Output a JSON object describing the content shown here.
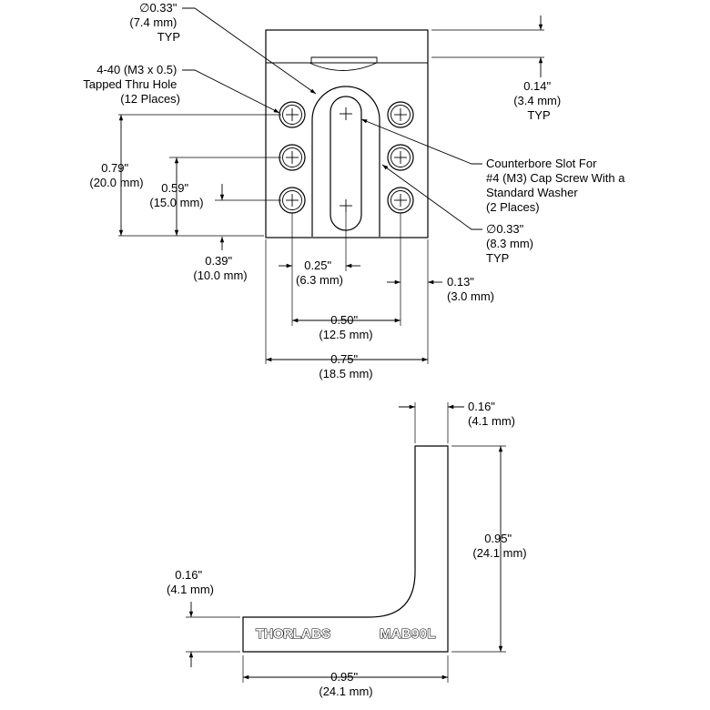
{
  "top_view": {
    "slot_counterbore_dia": [
      "∅0.33\"",
      "(7.4 mm)",
      "TYP"
    ],
    "tapped_hole": [
      "4-40 (M3 x 0.5)",
      "Tapped Thru Hole",
      "(12 Places)"
    ],
    "top_offset": [
      "0.14\"",
      "(3.4 mm)",
      "TYP"
    ],
    "counterbore_slot": [
      "Counterbore Slot For",
      "#4 (M3) Cap Screw With a",
      "Standard Washer",
      "(2 Places)"
    ],
    "slot_dia": [
      "∅0.33\"",
      "(8.3 mm)",
      "TYP"
    ],
    "hole_spacing_079": [
      "0.79\"",
      "(20.0 mm)"
    ],
    "hole_spacing_059": [
      "0.59\"",
      "(15.0 mm)"
    ],
    "hole_spacing_039": [
      "0.39\"",
      "(10.0 mm)"
    ],
    "slot_offset_025": [
      "0.25\"",
      "(6.3 mm)"
    ],
    "edge_offset_013": [
      "0.13\"",
      "(3.0 mm)"
    ],
    "hole_pitch_050": [
      "0.50\"",
      "(12.5 mm)"
    ],
    "width_075": [
      "0.75\"",
      "(18.5 mm)"
    ]
  },
  "side_view": {
    "thickness_vertical": [
      "0.16\"",
      "(4.1 mm)"
    ],
    "height": [
      "0.95\"",
      "(24.1 mm)"
    ],
    "thickness_horizontal": [
      "0.16\"",
      "(4.1 mm)"
    ],
    "length": [
      "0.95\"",
      "(24.1 mm)"
    ],
    "brand_prefix": "THOR",
    "brand_suffix": "LABS",
    "part_number": "MAB90L"
  }
}
